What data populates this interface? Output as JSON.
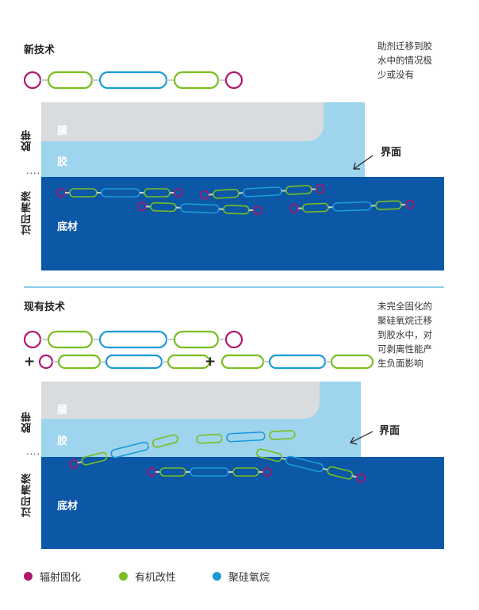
{
  "colors": {
    "radiation": "#b0186e",
    "organic": "#78be20",
    "siloxane": "#1a9bd7",
    "substrate": "#0c57a6",
    "adhesive": "#9fd4ee",
    "film": "#d9dcde"
  },
  "new_tech": {
    "title": "新技术",
    "note": [
      "助剂迁移到胶",
      "水中的情况极",
      "少或没有"
    ]
  },
  "old_tech": {
    "title": "现有技术",
    "note": [
      "未完全固化的",
      "聚硅氧烷迁移",
      "到胶水中，对",
      "可剥离性能产",
      "生负面影响"
    ],
    "plus_sign": "+"
  },
  "layers": {
    "tape": "胶带",
    "wash": "过印清漆",
    "film": "膜",
    "adhesive": "胶",
    "substrate": "底材",
    "interface": "界面",
    "separator": "⋮"
  },
  "legend": [
    {
      "label": "辐射固化",
      "color": "#b0186e"
    },
    {
      "label": "有机改性",
      "color": "#78be20"
    },
    {
      "label": "聚硅氧烷",
      "color": "#1a9bd7"
    }
  ]
}
